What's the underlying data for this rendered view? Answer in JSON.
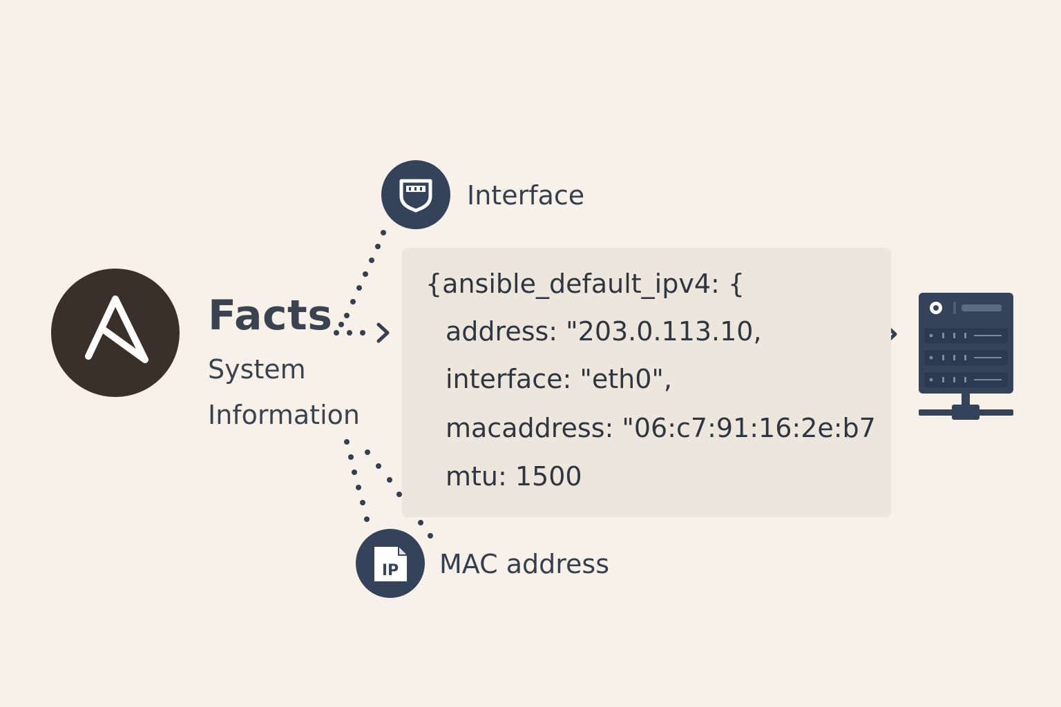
{
  "facts": {
    "title": "Facts",
    "subtitle_line1": "System",
    "subtitle_line2": "Information"
  },
  "nodes": {
    "interface_label": "Interface",
    "mac_label": "MAC address",
    "ip_icon_text": "IP"
  },
  "code": {
    "lines": [
      "{ansible_default_ipv4: {",
      "address: \"203.0.113.10,",
      "interface: \"eth0\",",
      "macaddress: \"06:c7:91:16:2e:b7",
      "mtu: 1500"
    ]
  },
  "colors": {
    "background": "#f7f1ea",
    "logo": "#3b3029",
    "node": "#34435a",
    "panel": "#ece6dc",
    "text": "#34404f"
  },
  "icons": {
    "logo": "ansible-logo",
    "interface": "network-port-icon",
    "mac": "ip-document-icon",
    "server": "server-rack-icon"
  }
}
